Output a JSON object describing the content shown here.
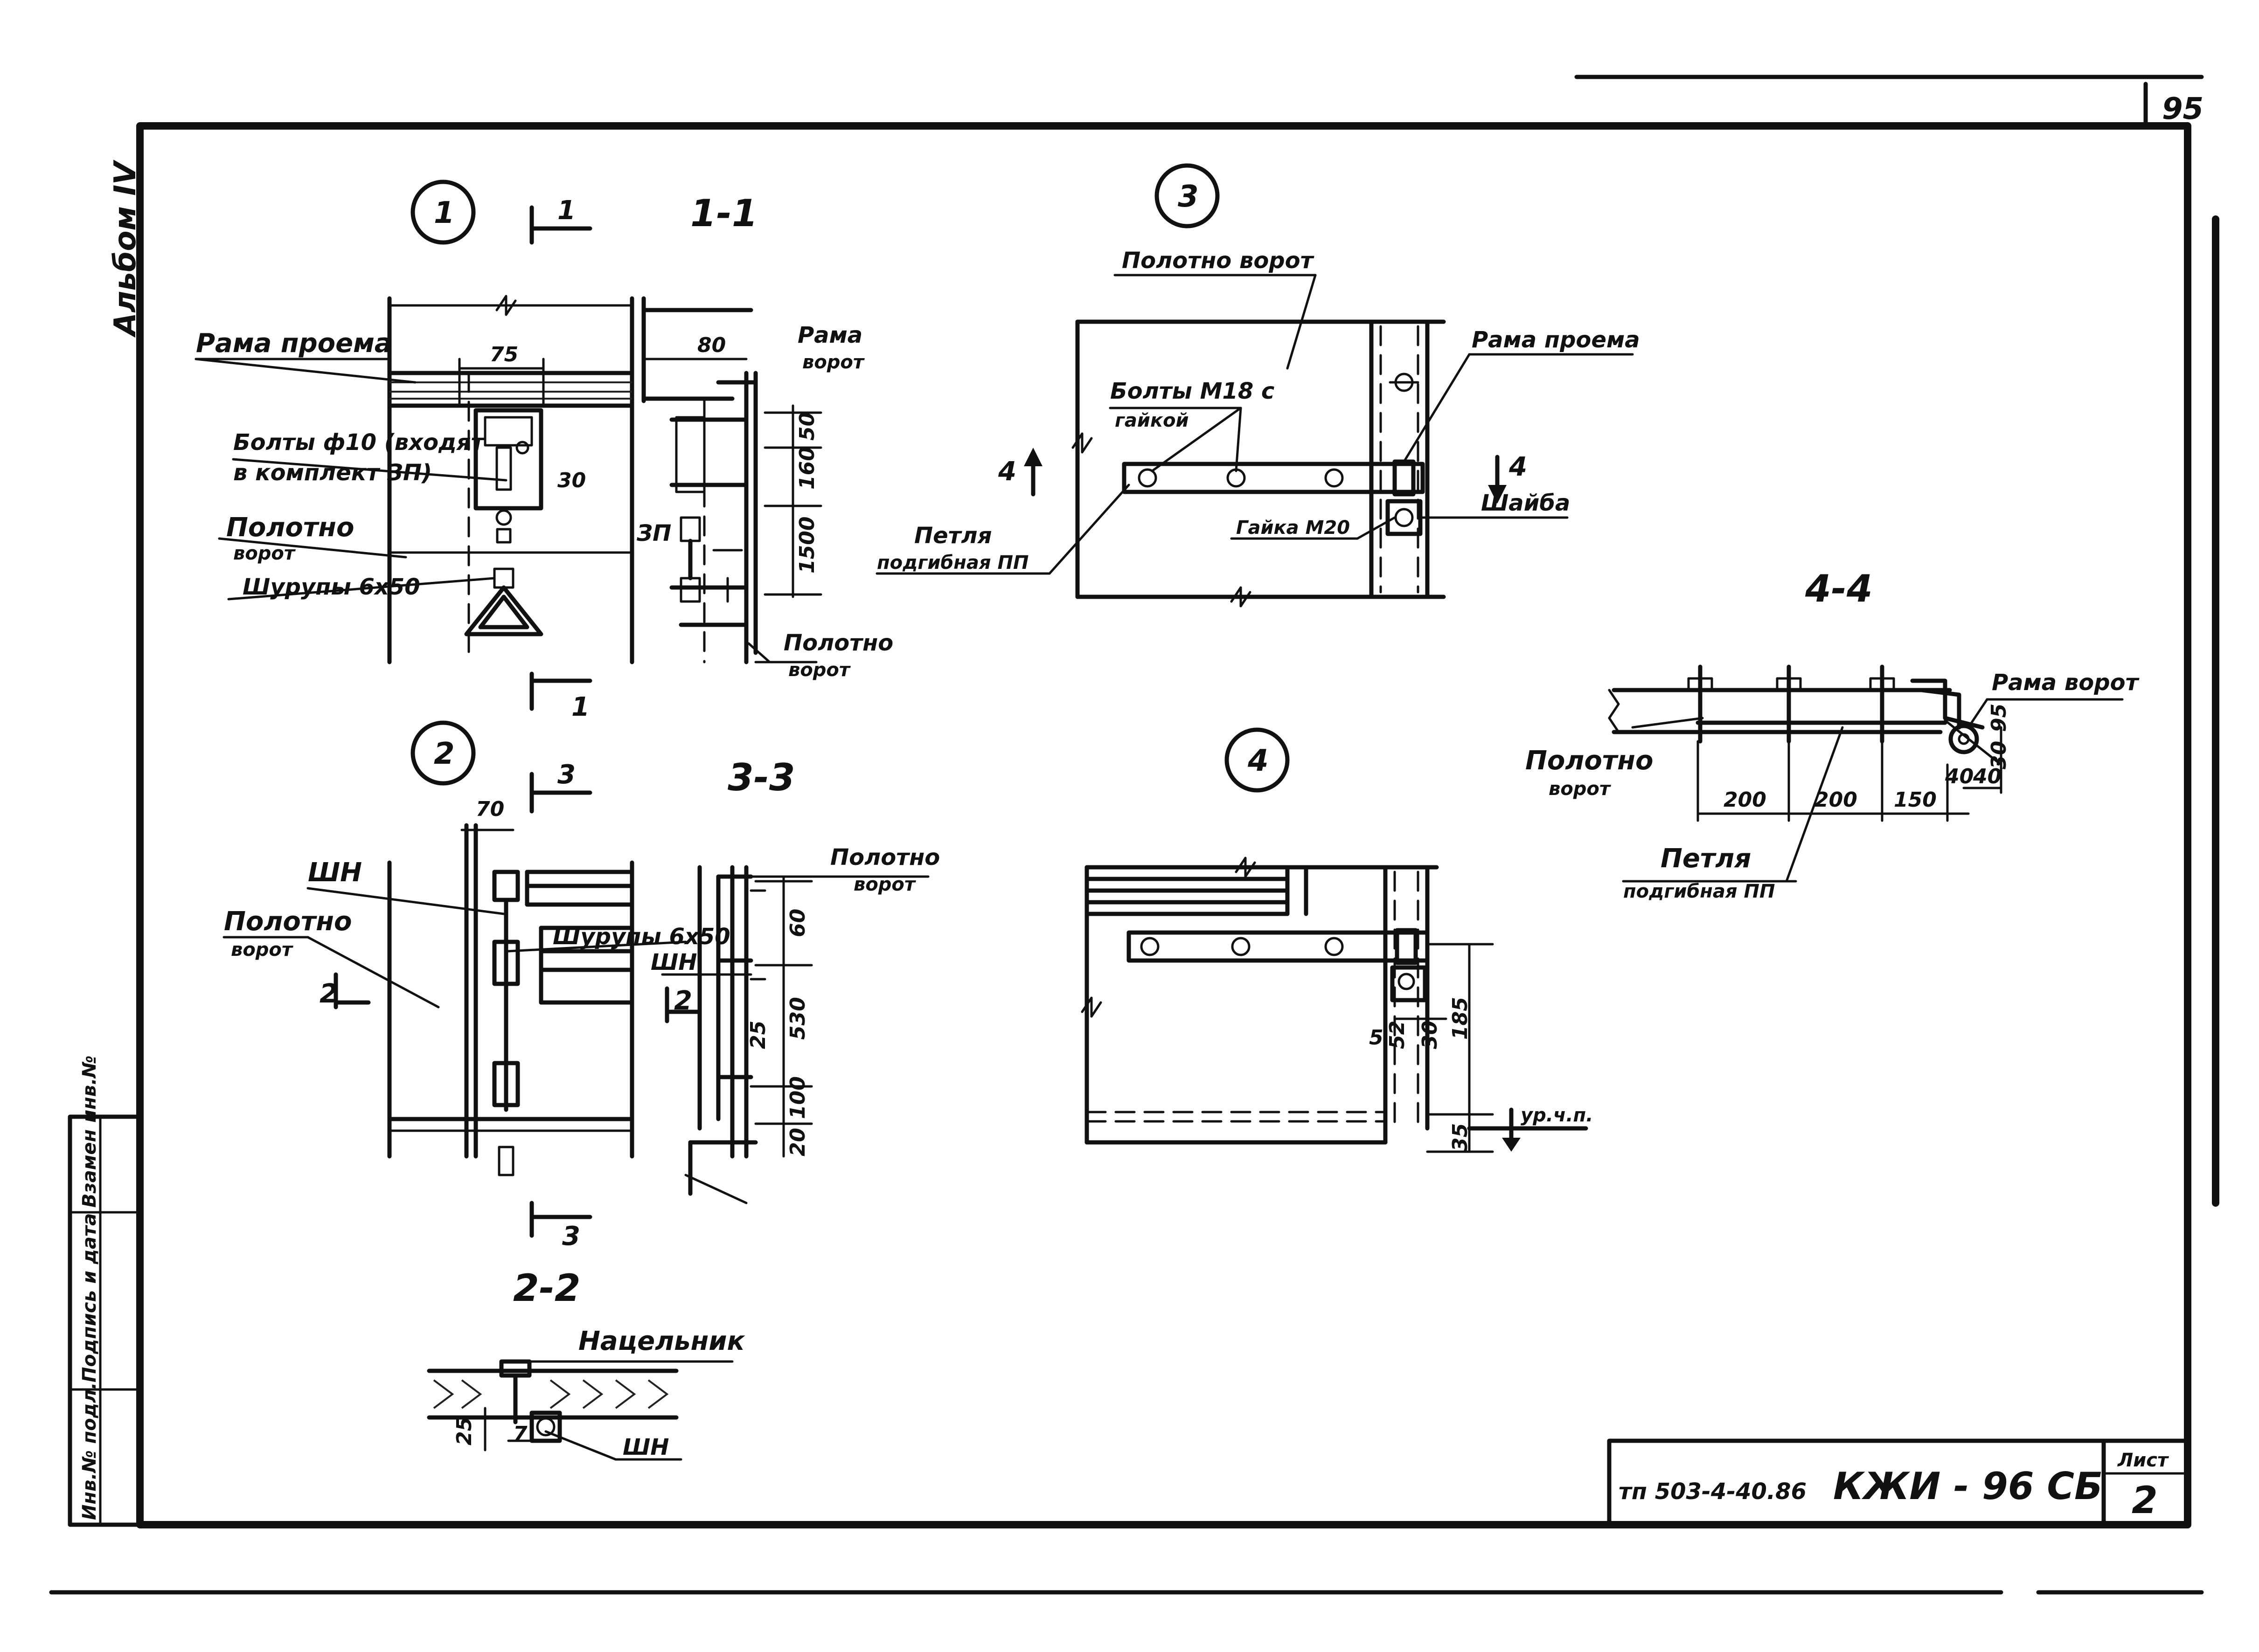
{
  "sheet": {
    "page_number": "95",
    "album": "Альбом IV",
    "doc_code": "тп 503-4-40.86",
    "doc_mark": "КЖИ - 96 СБ",
    "sheet_label": "Лист",
    "sheet_number": "2",
    "stamp_inv_orig": "Инв.№ подл.",
    "stamp_signature": "Подпись и дата",
    "stamp_replaced": "Взамен инв.№"
  },
  "node1": {
    "marker": "1",
    "section_mark": "1",
    "section_title": "1-1",
    "frame_opening": "Рама проема",
    "dim_75": "75",
    "bolts": "Болты ф10 (входят",
    "bolts2": "в комплект ЗП)",
    "dim_30": "30",
    "leaf": "Полотно",
    "leaf2": "ворот",
    "screws": "Шурупы 6х50",
    "dim_80": "80",
    "frame_gate": "Рама",
    "frame_gate2": "ворот",
    "dim_50": "50",
    "dim_160": "160",
    "dim_1500": "1500",
    "zp": "ЗП",
    "leaf_b": "Полотно",
    "leaf_b2": "ворот"
  },
  "node2": {
    "marker": "2",
    "section_mark": "3",
    "section_title": "3-3",
    "dim_70": "70",
    "shn": "ШН",
    "leaf": "Полотно",
    "leaf2": "ворот",
    "cut2": "2",
    "screws": "Шурупы 6х50",
    "leaf_b": "Полотно",
    "leaf_b2": "ворот",
    "shn2": "ШН",
    "cut2b": "2",
    "dim_60": "60",
    "dim_530": "530",
    "dim_25": "25",
    "dim_100": "100",
    "dim_20": "20"
  },
  "section22": {
    "title": "2-2",
    "nachelnik": "Нацельник",
    "shn": "ШН",
    "dim_25": "25",
    "dim_7": "7"
  },
  "node3": {
    "marker": "3",
    "leaf": "Полотно ворот",
    "frame_opening": "Рама проема",
    "bolts": "Болты М18 с",
    "bolts2": "гайкой",
    "cut4": "4",
    "loop": "Петля",
    "loop2": "подгибная ПП",
    "nut": "Гайка М20",
    "washer": "Шайба"
  },
  "section44": {
    "title": "4-4",
    "frame_gate": "Рама ворот",
    "leaf": "Полотно",
    "leaf2": "ворот",
    "loop": "Петля",
    "loop2": "подгибная ПП",
    "dim_200a": "200",
    "dim_200b": "200",
    "dim_150": "150",
    "dim_40a": "40",
    "dim_40b": "40",
    "dim_30": "30",
    "dim_95": "95"
  },
  "node4": {
    "marker": "4",
    "dim_185": "185",
    "dim_5": "5",
    "dim_52": "52",
    "dim_30": "30",
    "dim_35": "35",
    "level": "ур.ч.п."
  }
}
